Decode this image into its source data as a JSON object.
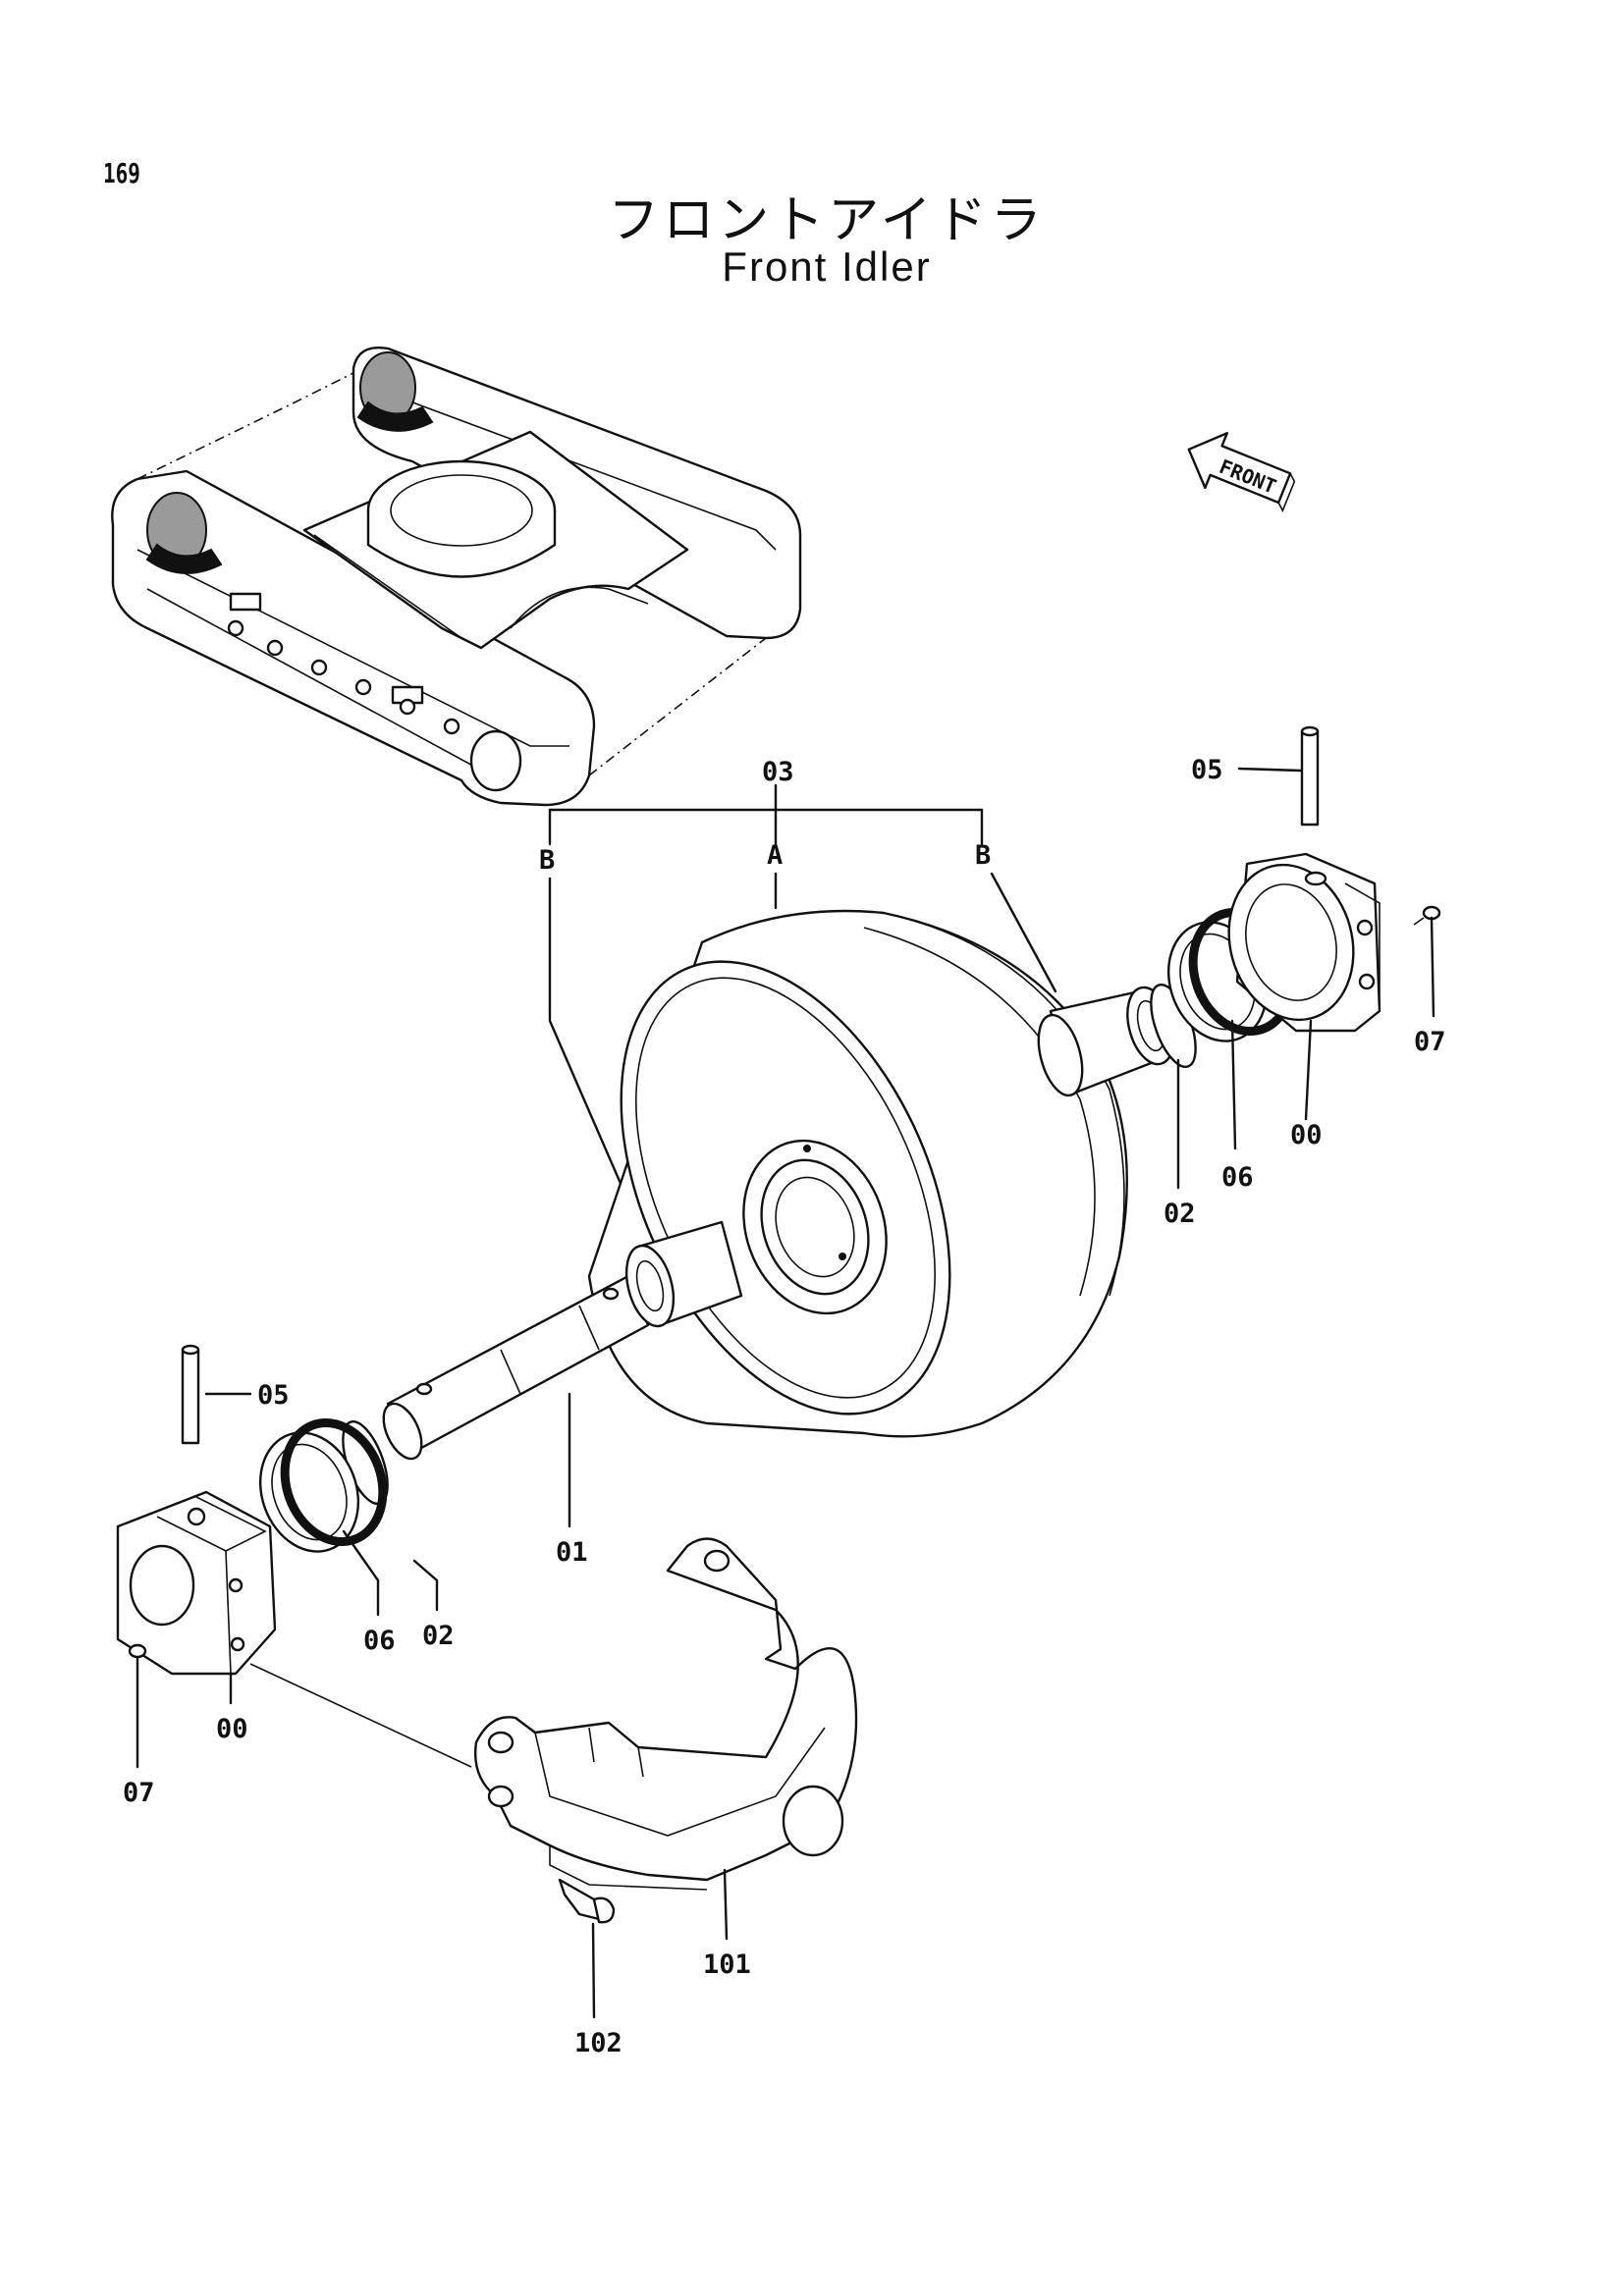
{
  "page": {
    "number": "169",
    "title_jp": "フロントアイドラ",
    "title_en": "Front Idler"
  },
  "direction_arrow": {
    "label": "FRONT",
    "icon": "front-direction-arrow-icon"
  },
  "callouts": {
    "assembly_03": "03",
    "sub_a": "A",
    "sub_b_left": "B",
    "sub_b_right": "B",
    "shaft_01": "01",
    "oring_02_left": "02",
    "oring_02_right": "02",
    "pin_05_left": "05",
    "pin_05_right": "05",
    "seal_06_left": "06",
    "seal_06_right": "06",
    "plug_07_left": "07",
    "plug_07_right": "07",
    "bearing_00_left": "00",
    "bearing_00_right": "00",
    "yoke_101": "101",
    "bolt_102": "102"
  },
  "colors": {
    "line": "#111111",
    "background": "#ffffff"
  }
}
